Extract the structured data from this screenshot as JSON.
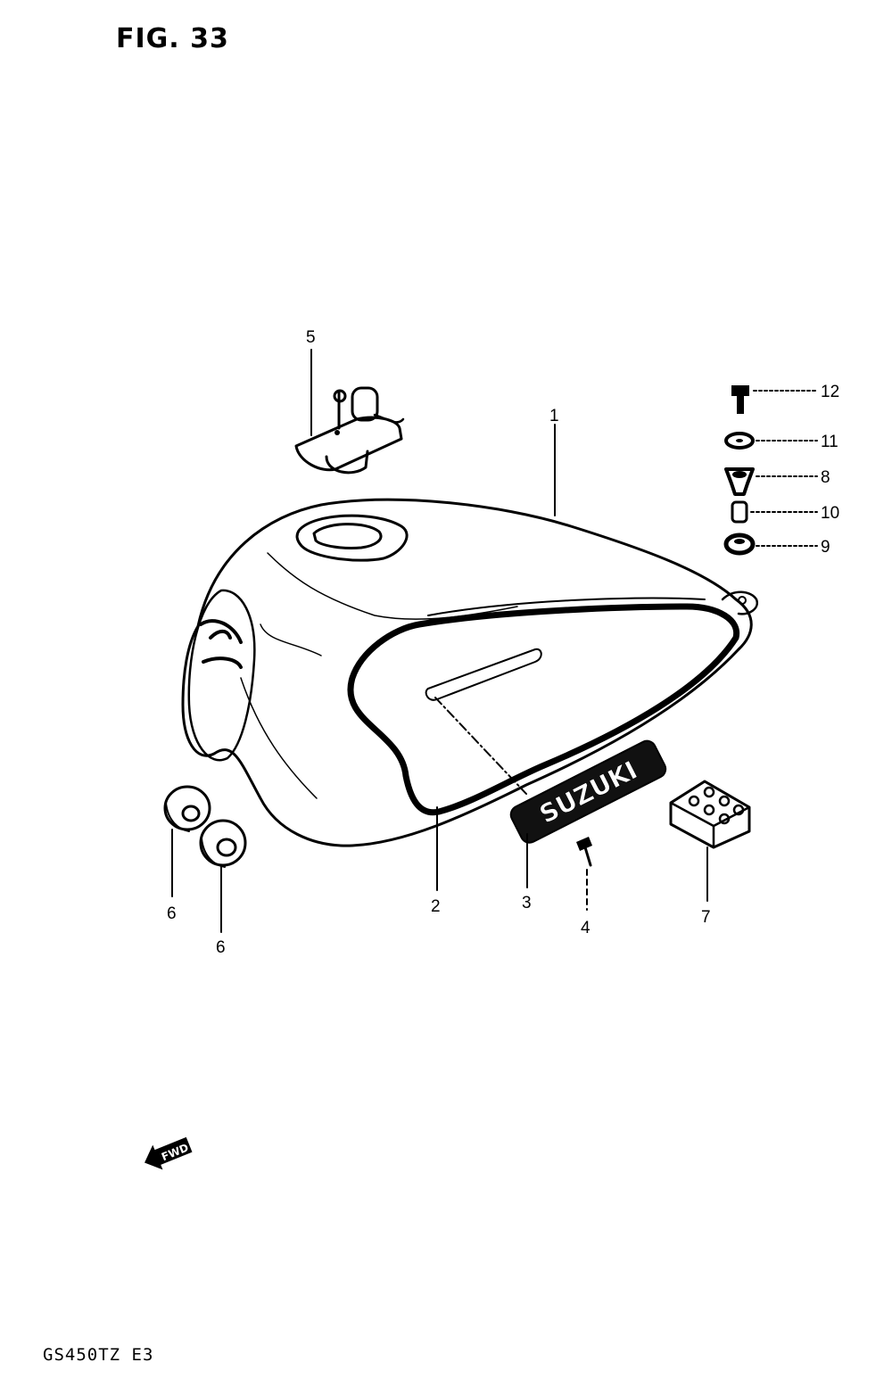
{
  "figure": {
    "title": "FIG. 33",
    "model_code": "GS450TZ E3",
    "fwd_label": "FWD",
    "emblem_text": "SUZUKI"
  },
  "callouts": {
    "c1": "1",
    "c2": "2",
    "c3": "3",
    "c4": "4",
    "c5": "5",
    "c6a": "6",
    "c6b": "6",
    "c7": "7",
    "c8": "8",
    "c9": "9",
    "c10": "10",
    "c11": "11",
    "c12": "12"
  }
}
